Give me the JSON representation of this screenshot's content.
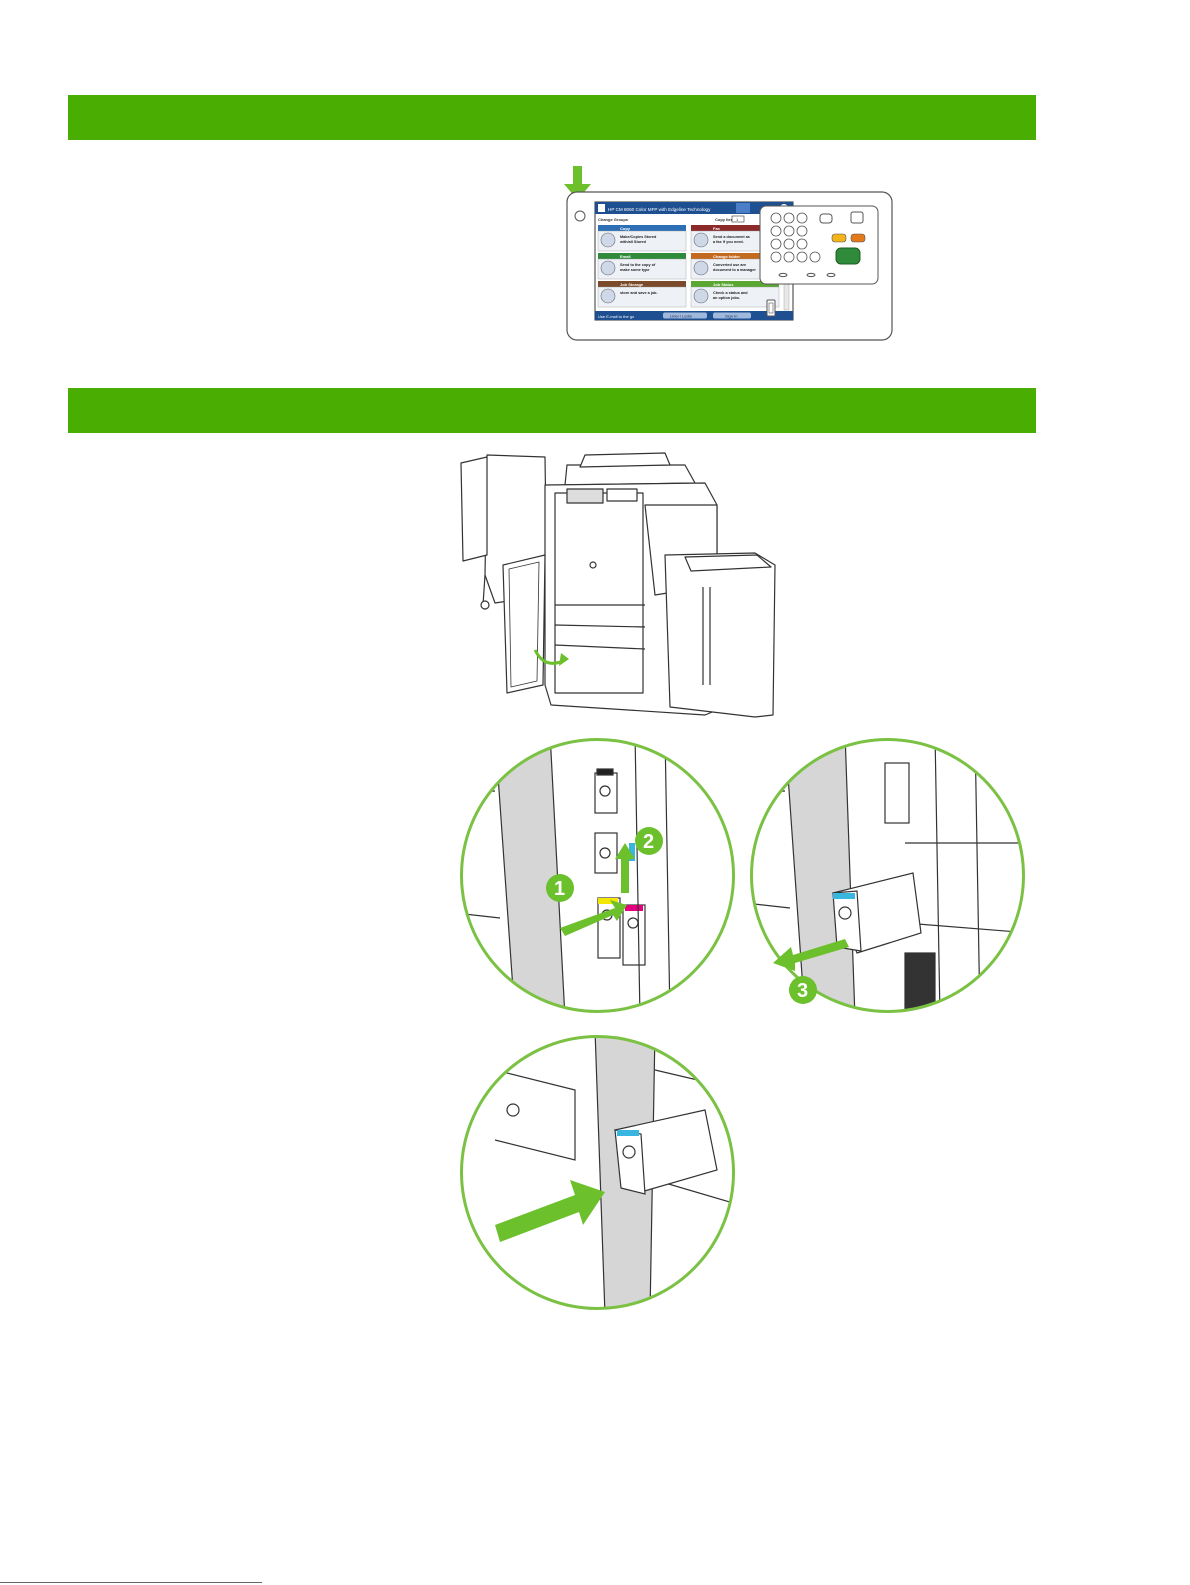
{
  "header_bands": [
    {
      "label": ""
    },
    {
      "label": ""
    }
  ],
  "control_panel": {
    "title": "HP CM 8060 Color MFP with Edgeline Technology",
    "help_icon": "?",
    "device_status_label": "Change Groups",
    "copy_count_label": "Copy Item",
    "copy_count_value": "1",
    "tiles": [
      {
        "title": "Copy",
        "line1": "Make/Copies Stored",
        "line2": "with/all Stored",
        "color": "#2c6fb5"
      },
      {
        "title": "Fax",
        "line1": "Send a document as",
        "line2": "a fax if you need.",
        "color": "#8c2a2a"
      },
      {
        "title": "Email",
        "line1": "Send to the copy of",
        "line2": "make some type",
        "color": "#2f8a3a"
      },
      {
        "title": "Change folder",
        "line1": "Converted use are",
        "line2": "document to a manager",
        "color": "#c46a1e"
      },
      {
        "title": "Job Storage",
        "line1": "store and save a job.",
        "line2": "",
        "color": "#7a4a2a"
      },
      {
        "title": "Job Status",
        "line1": "Check a status and",
        "line2": "an option jobs.",
        "color": "#5aa832"
      }
    ],
    "status_bar_label": "Use E-mail to the go",
    "button_1": "Liner / Ledio",
    "button_2": "Sign In"
  },
  "callouts": [
    "1",
    "2",
    "3"
  ],
  "colors": {
    "band_green": "#4aad02",
    "arrow_green": "#6cc02c",
    "circle_border": "#7bc143",
    "ink_cyan": "#39b6e0",
    "ink_yellow": "#f3e600",
    "ink_magenta": "#e6007e",
    "ink_black": "#222222",
    "start_button": "#2f8a3a",
    "key_yellow": "#f2b31b",
    "key_orange": "#e27a1b"
  }
}
